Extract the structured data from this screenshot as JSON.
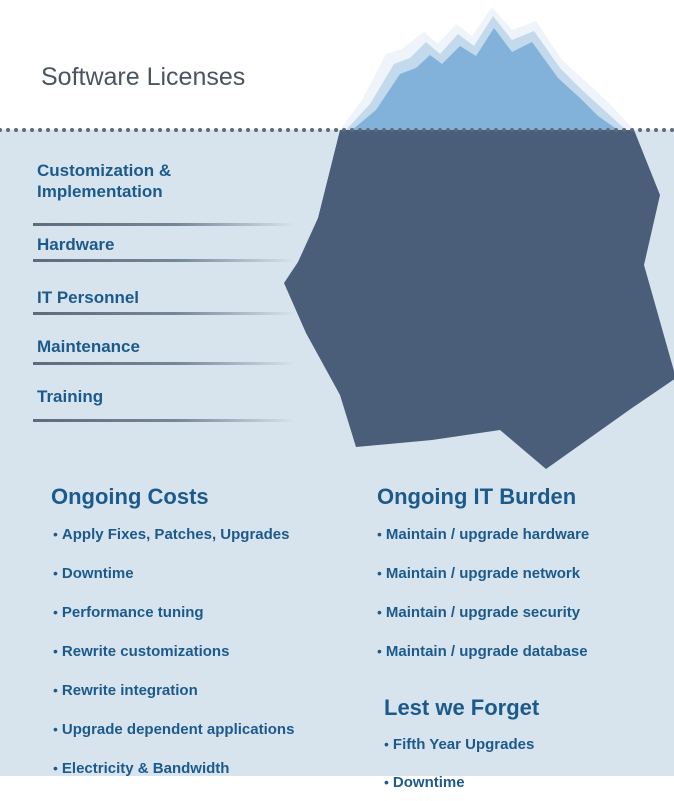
{
  "above_waterline": {
    "title": "Software Licenses"
  },
  "hidden_costs": [
    {
      "label": "Customization & Implementation"
    },
    {
      "label": "Hardware"
    },
    {
      "label": "IT Personnel"
    },
    {
      "label": "Maintenance"
    },
    {
      "label": "Training"
    }
  ],
  "ongoing_costs": {
    "title": "Ongoing Costs",
    "bullet": "•",
    "items": [
      "Apply Fixes, Patches, Upgrades",
      "Downtime",
      "Performance tuning",
      "Rewrite customizations",
      "Rewrite integration",
      "Upgrade dependent applications",
      "Electricity & Bandwidth"
    ]
  },
  "ongoing_it_burden": {
    "title": "Ongoing IT Burden",
    "bullet": "•",
    "items": [
      "Maintain / upgrade hardware",
      "Maintain / upgrade network",
      "Maintain / upgrade security",
      "Maintain / upgrade database"
    ]
  },
  "lest_we_forget": {
    "title": "Lest we Forget",
    "bullet": "•",
    "items": [
      "Fifth Year Upgrades",
      "Downtime"
    ]
  },
  "colors": {
    "water": "#d7e4ee",
    "iceberg_submerged": "#4a5d79",
    "iceberg_tip_light": "#eef4fa",
    "iceberg_tip_mid": "#c3d9ec",
    "iceberg_tip_dark": "#82b2da",
    "waterline_dots": "#5d6b7b",
    "text_blue": "#1d5a8c",
    "text_gray": "#4a5561"
  }
}
